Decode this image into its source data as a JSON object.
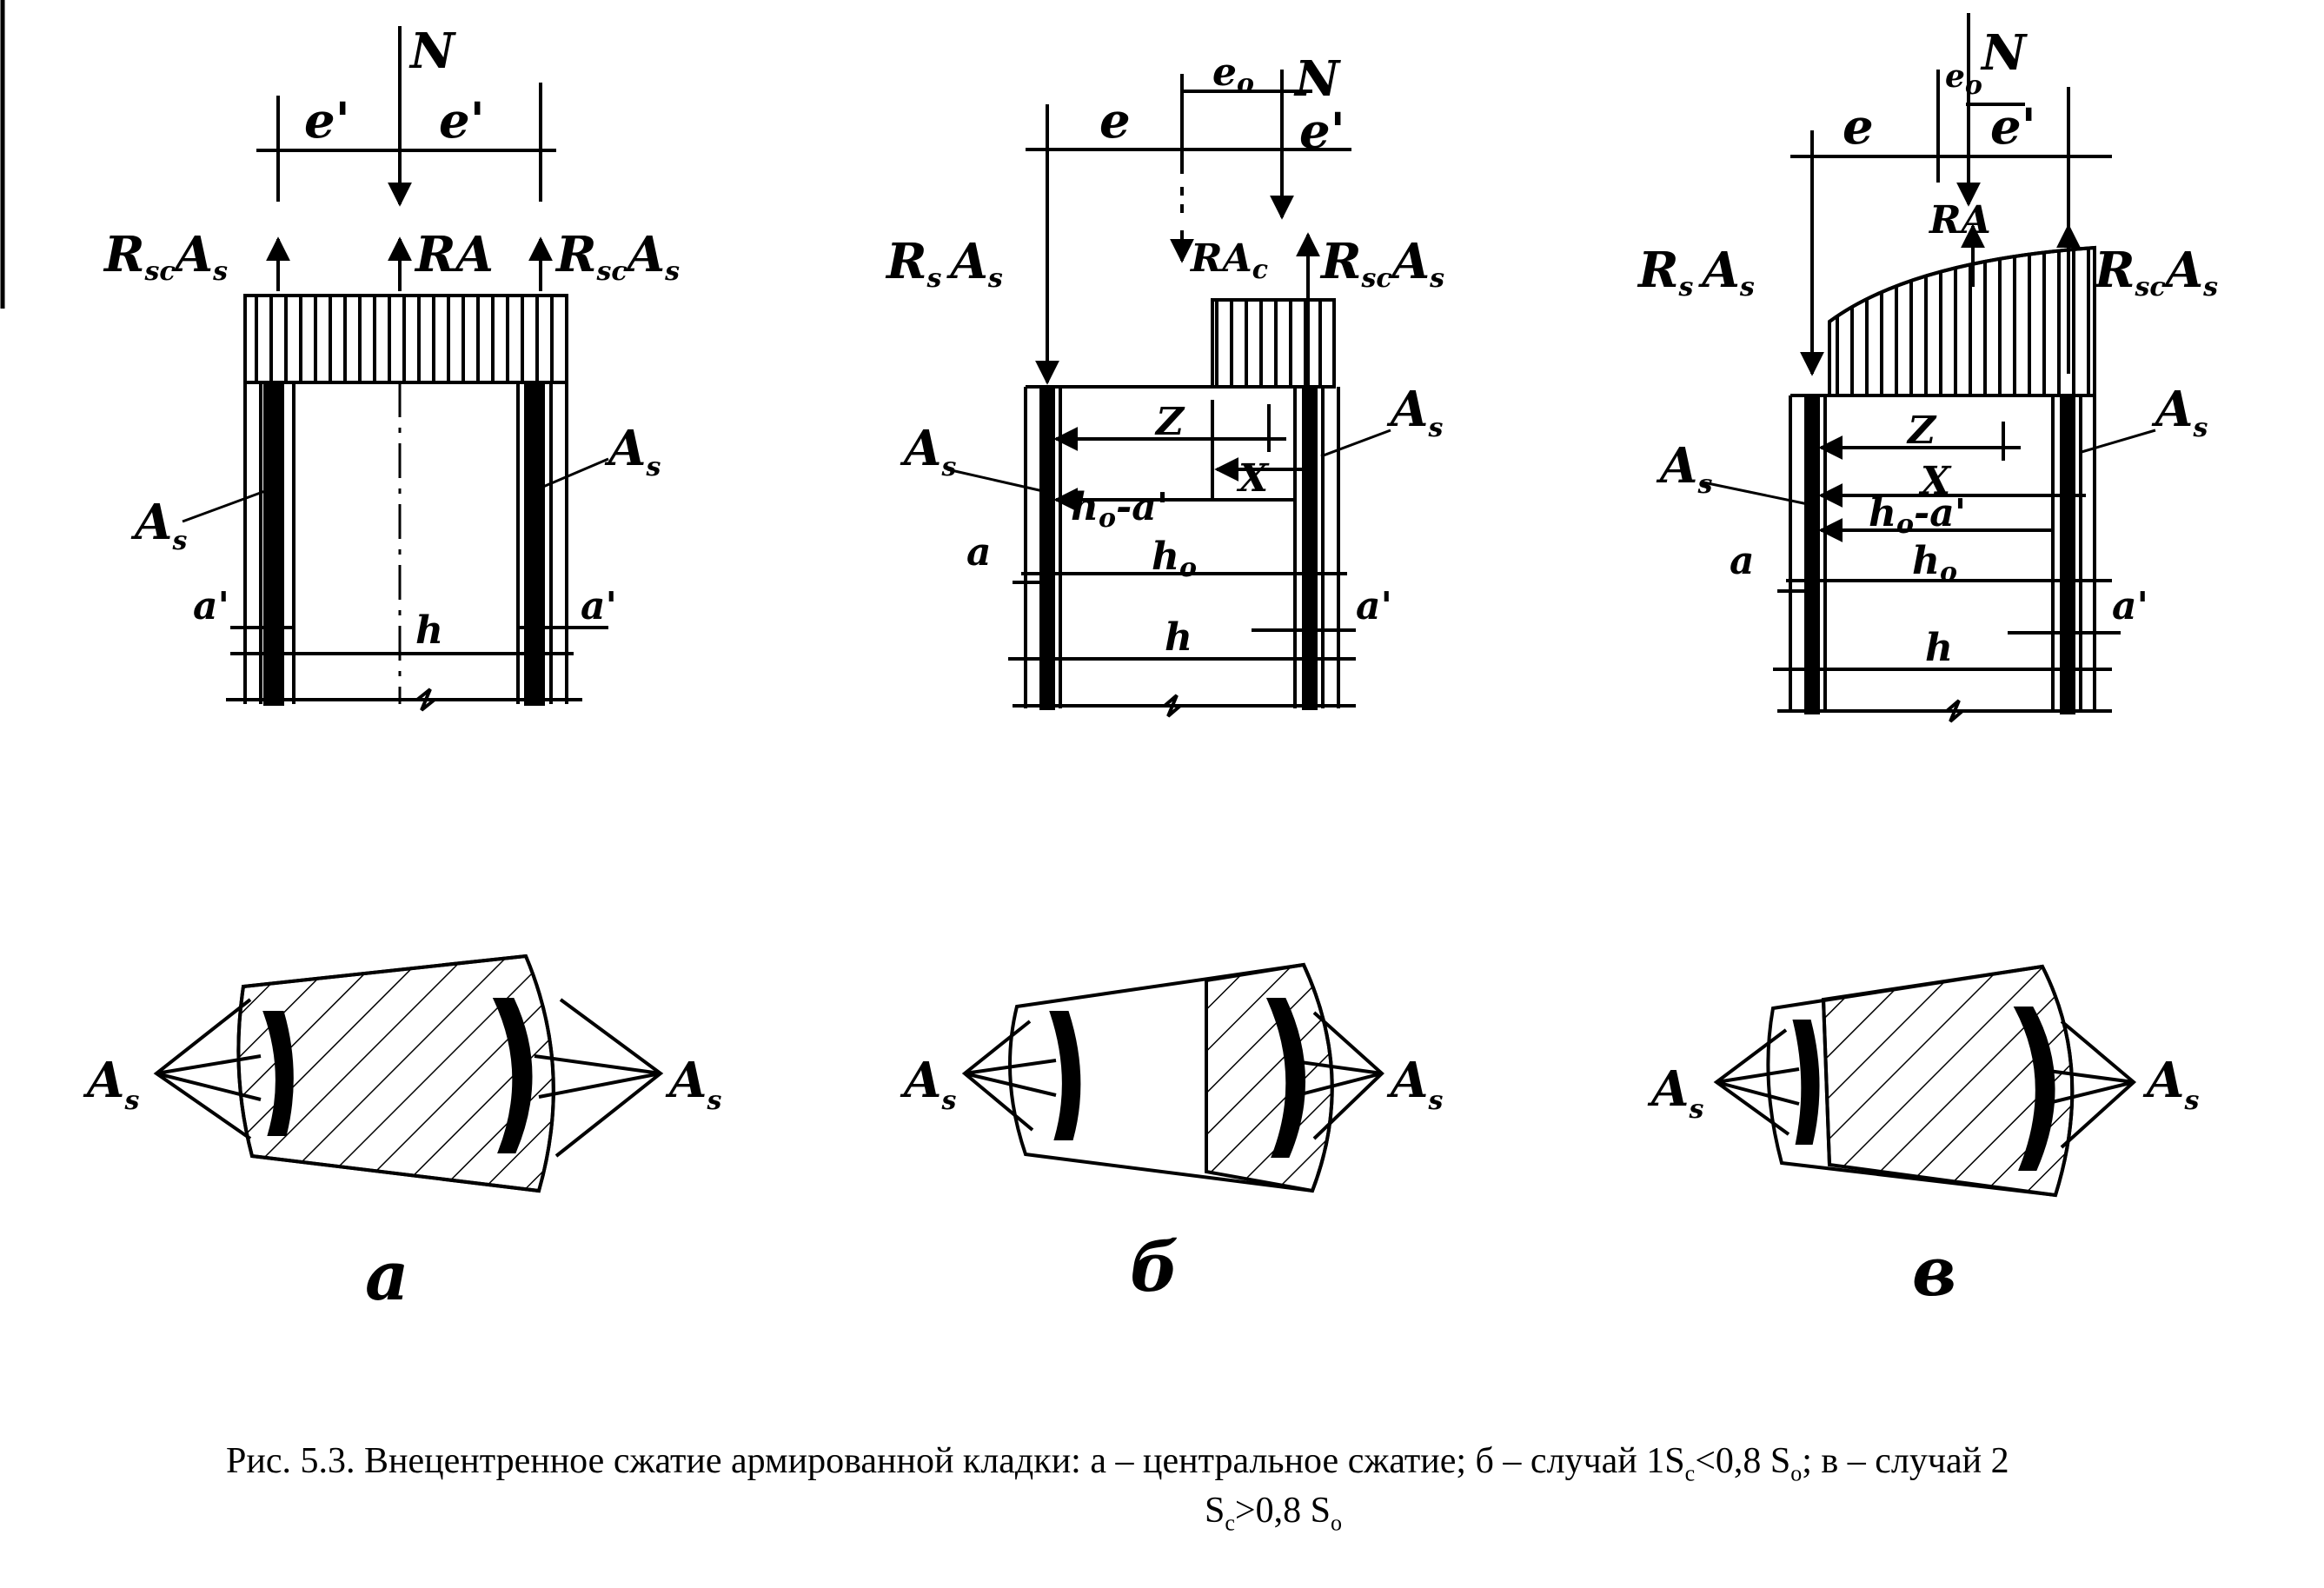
{
  "panels": {
    "a": {
      "force_N": "N",
      "ecc_left": "e'",
      "ecc_right": "e'",
      "force_left": "R",
      "force_left_sub": "sc",
      "force_left_tail": "A",
      "force_left_tail_sub": "s",
      "force_mid": "RA",
      "force_right": "R",
      "force_right_sub": "sc",
      "force_right_tail": "A",
      "force_right_tail_sub": "s",
      "rebar_left": "A",
      "rebar_left_sub": "s",
      "rebar_right": "A",
      "rebar_right_sub": "s",
      "cover_left": "a'",
      "cover_right": "a'",
      "depth": "h",
      "tag": "а"
    },
    "b": {
      "force_N": "N",
      "ecc_e": "e",
      "ecc_e0": "e",
      "ecc_e0_sub": "o",
      "ecc_right": "e'",
      "force_left": "R",
      "force_left_sub": "s",
      "force_left_tail": "A",
      "force_left_tail_sub": "s",
      "force_mid": "RA",
      "force_mid_sub": "c",
      "force_right": "R",
      "force_right_sub": "sc",
      "force_right_tail": "A",
      "force_right_tail_sub": "s",
      "rebar_left": "A",
      "rebar_left_sub": "s",
      "rebar_right": "A",
      "rebar_right_sub": "s",
      "arm_z": "Z",
      "zone_x": "X",
      "dim_h0a": "h",
      "dim_h0a_sub": "o",
      "dim_h0a_tail": "-a'",
      "dim_h0": "h",
      "dim_h0_sub": "o",
      "cover_left": "a",
      "cover_right": "a'",
      "depth": "h",
      "tag": "б"
    },
    "c": {
      "force_N": "N",
      "ecc_e": "e",
      "ecc_e0": "e",
      "ecc_e0_sub": "o",
      "ecc_right": "e'",
      "force_left": "R",
      "force_left_sub": "s",
      "force_left_tail": "A",
      "force_left_tail_sub": "s",
      "force_mid": "RA",
      "force_right": "R",
      "force_right_sub": "sc",
      "force_right_tail": "A",
      "force_right_tail_sub": "s",
      "rebar_left": "A",
      "rebar_left_sub": "s",
      "rebar_right": "A",
      "rebar_right_sub": "s",
      "arm_z": "Z",
      "zone_x": "X",
      "dim_h0a": "h",
      "dim_h0a_sub": "o",
      "dim_h0a_tail": "-a'",
      "dim_h0": "h",
      "dim_h0_sub": "o",
      "cover_left": "a",
      "cover_right": "a'",
      "depth": "h",
      "tag": "в"
    }
  },
  "sections": {
    "a": {
      "left": "A",
      "left_sub": "s",
      "right": "A",
      "right_sub": "s"
    },
    "b": {
      "left": "A",
      "left_sub": "s",
      "right": "A",
      "right_sub": "s"
    },
    "c": {
      "left": "A",
      "left_sub": "s",
      "right": "A",
      "right_sub": "s"
    }
  },
  "caption": {
    "p1": "Рис. 5.3. Внецентренное сжатие армированной кладки: а – центральное сжатие; б – случай 1S",
    "s1": "c",
    "p2": "<0,8 S",
    "s2": "o",
    "p3": "; в – случай 2",
    "p4": "S",
    "s4": "c",
    "p5": ">0,8 S",
    "s5": "o"
  }
}
